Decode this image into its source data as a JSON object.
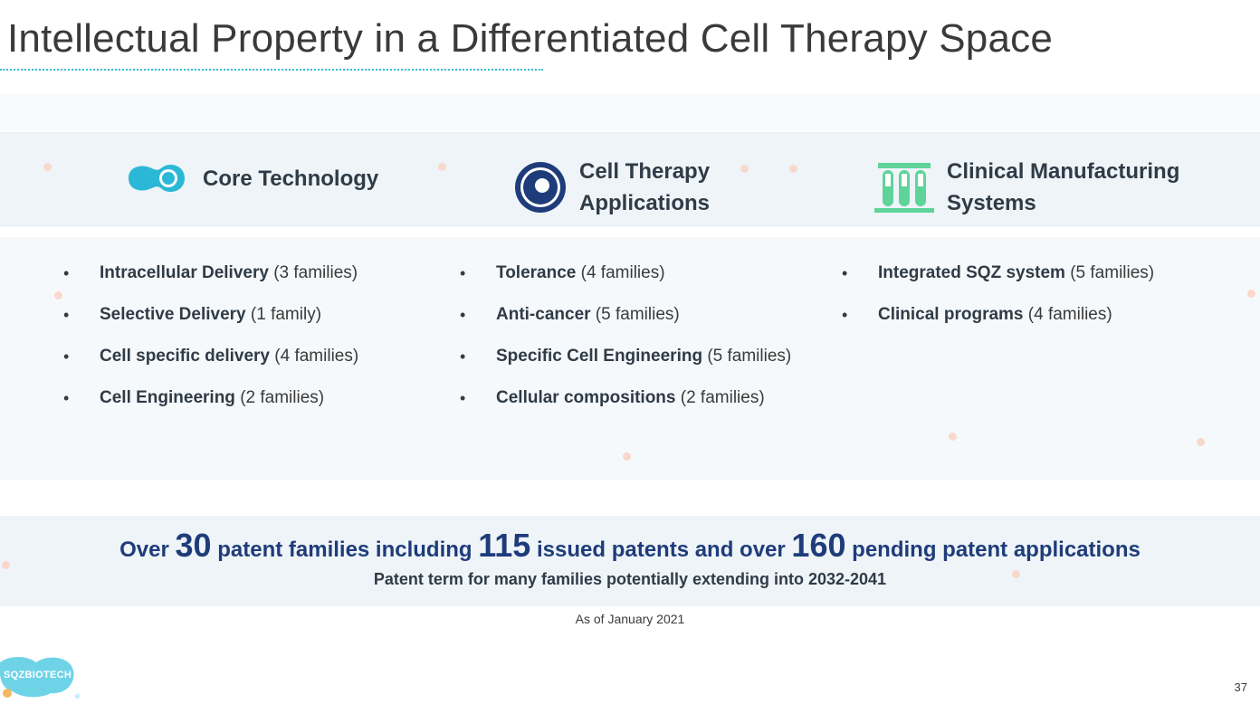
{
  "slide": {
    "title": "Intellectual Property in a Differentiated Cell Therapy Space",
    "page_number": "37"
  },
  "columns": [
    {
      "header": "Core Technology",
      "icon": "core-technology-icon",
      "items": [
        {
          "bold": "Intracellular Delivery",
          "rest": " (3 families)"
        },
        {
          "bold": "Selective Delivery",
          "rest": " (1 family)"
        },
        {
          "bold": "Cell specific delivery",
          "rest": " (4 families)"
        },
        {
          "bold": "Cell Engineering",
          "rest": " (2 families)"
        }
      ]
    },
    {
      "header_line1": "Cell Therapy",
      "header_line2": "Applications",
      "icon": "cell-icon",
      "items": [
        {
          "bold": "Tolerance",
          "rest": " (4 families)"
        },
        {
          "bold": "Anti-cancer",
          "rest": " (5 families)"
        },
        {
          "bold": "Specific Cell Engineering",
          "rest": " (5 families)"
        },
        {
          "bold": "Cellular compositions",
          "rest": " (2 families)"
        }
      ]
    },
    {
      "header_line1": "Clinical Manufacturing",
      "header_line2": "Systems",
      "icon": "test-tubes-icon",
      "items": [
        {
          "bold": "Integrated SQZ system",
          "rest": " (5 families)"
        },
        {
          "bold": "Clinical programs",
          "rest": " (4 families)"
        }
      ]
    }
  ],
  "summary": {
    "part1": "Over ",
    "num1": "30",
    "part2": " patent families including ",
    "num2": "115",
    "part3": " issued patents and over ",
    "num3": "160",
    "part4": " pending patent applications",
    "subline": "Patent term for many families potentially extending into 2032-2041",
    "as_of": "As of January 2021"
  },
  "logo": {
    "text": "SQZBIOTECH"
  },
  "bullet": "•",
  "colors": {
    "title": "#3a3a3a",
    "accent_teal": "#38bcd6",
    "navy": "#1f3c7a",
    "green": "#5fd49a"
  }
}
